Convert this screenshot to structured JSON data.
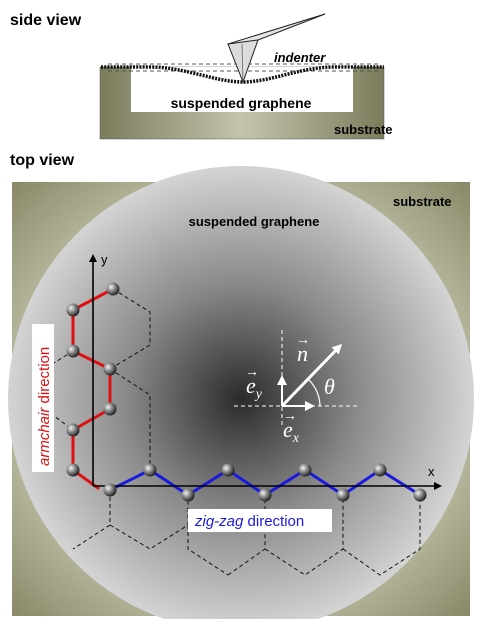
{
  "side_view": {
    "title": "side view",
    "indenter_label": "indenter",
    "graphene_label": "suspended graphene",
    "substrate_label": "substrate"
  },
  "top_view": {
    "title": "top view",
    "substrate_label": "substrate",
    "graphene_label": "suspended graphene",
    "axes": {
      "x": "x",
      "y": "y"
    },
    "armchair": {
      "emphasis": "armchair",
      "rest": " direction",
      "color": "#dd1111"
    },
    "zigzag": {
      "emphasis": "zig-zag",
      "rest": " direction",
      "color": "#1a1adf"
    },
    "vectors": {
      "n": "n",
      "ey": "e",
      "ey_sub": "y",
      "ex": "e",
      "ex_sub": "x",
      "angle": "θ"
    }
  },
  "colors": {
    "substrate": "#9b9b7a",
    "bond_armchair": "#dd1111",
    "bond_zigzag": "#1a1adf"
  }
}
